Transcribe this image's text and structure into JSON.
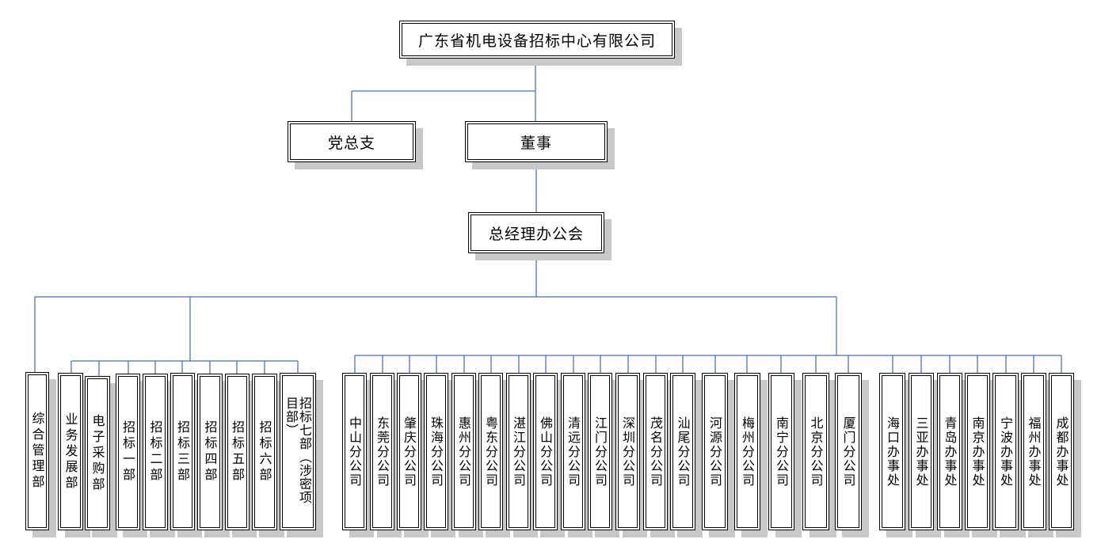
{
  "root": {
    "label": "广东省机电设备招标中心有限公司"
  },
  "level1": [
    {
      "id": "party",
      "label": "党总支"
    },
    {
      "id": "board",
      "label": "董事"
    }
  ],
  "manager": {
    "label": "总经理办公会"
  },
  "departments": [
    "综合管理部",
    "业务发展部",
    "电子采购部",
    "招标一部",
    "招标二部",
    "招标三部",
    "招标四部",
    "招标五部",
    "招标六部",
    "招标七部（涉密项目部）"
  ],
  "branches": [
    "中山分公司",
    "东莞分公司",
    "肇庆分公司",
    "珠海分公司",
    "惠州分公司",
    "粤东分公司",
    "湛江分公司",
    "佛山分公司",
    "清远分公司",
    "江门分公司",
    "深圳分公司",
    "茂名分公司",
    "汕尾分公司",
    "河源分公司",
    "梅州分公司",
    "南宁分公司",
    "北京分公司",
    "厦门分公司",
    "海口办事处",
    "三亚办事处",
    "青岛办事处",
    "南京办事处",
    "宁波办事处",
    "福州办事处",
    "成都办事处"
  ],
  "colors": {
    "connector": "#4a72b0",
    "shadow": "#c8c8c8",
    "border": "#000000"
  }
}
